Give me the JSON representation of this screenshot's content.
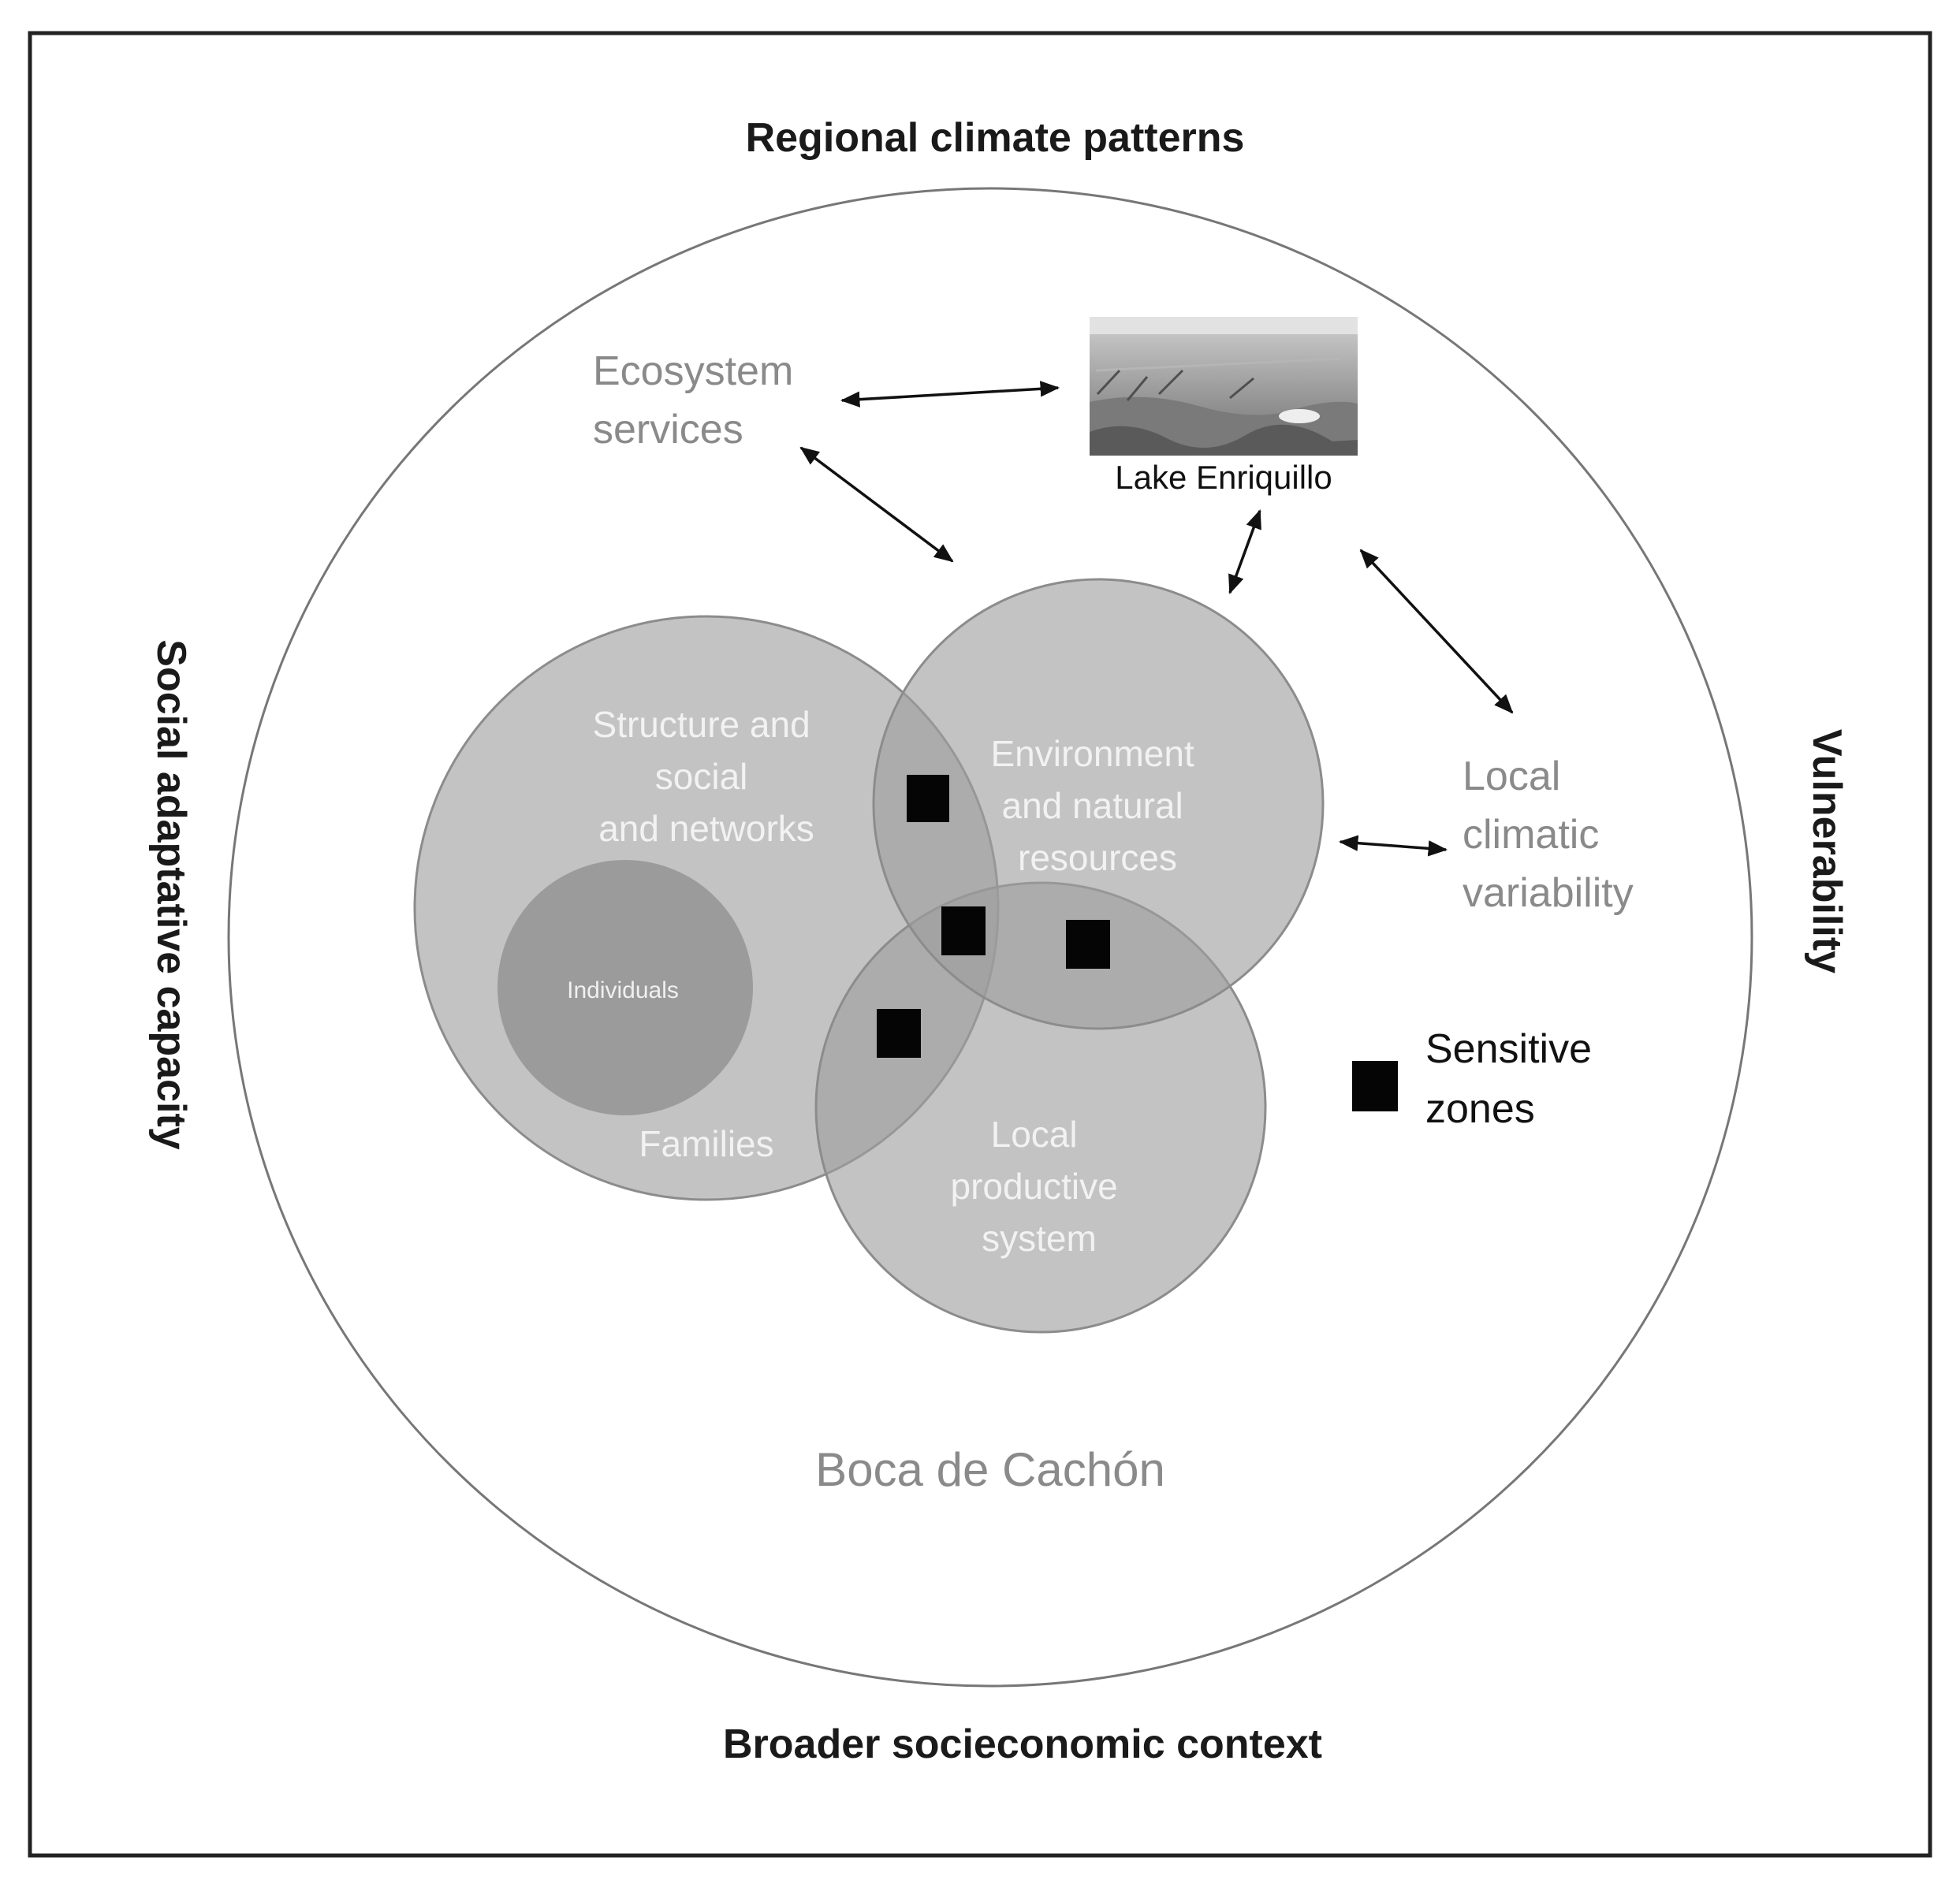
{
  "labels": {
    "top": "Regional climate patterns",
    "bottom": "Broader socieconomic context",
    "left": "Social adaptative capacity",
    "right": "Vulnerability",
    "ecosystem": [
      "Ecosystem",
      "services"
    ],
    "lake": "Lake Enriquillo",
    "local_climatic": [
      "Local",
      "climatic",
      "variability"
    ],
    "structure": [
      "Structure and",
      "social",
      "and networks"
    ],
    "environment": [
      "Environment",
      "and natural",
      "resources"
    ],
    "productive": [
      "Local",
      "productive",
      "system"
    ],
    "individuals": "Individuals",
    "families": "Families",
    "place": "Boca de Cachón",
    "legend": [
      "Sensitive",
      "zones"
    ]
  },
  "colors": {
    "circle_fill": "#9e9e9e",
    "grey_text": "#8a8a8a",
    "zone": "#050505"
  }
}
